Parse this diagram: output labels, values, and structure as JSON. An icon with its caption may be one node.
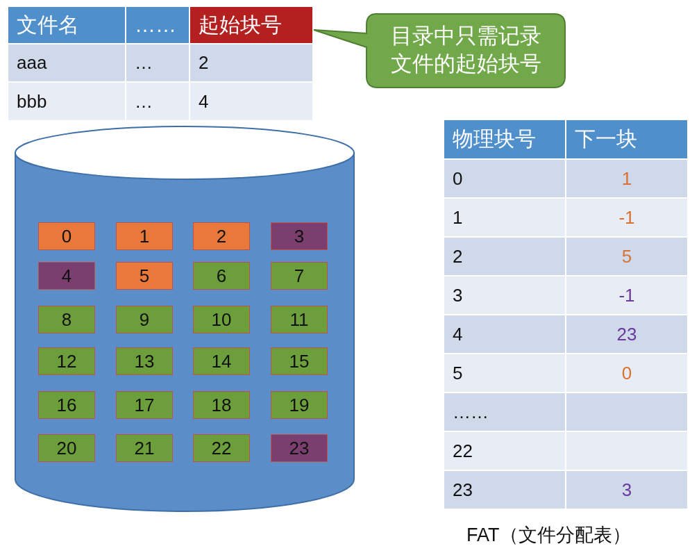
{
  "diagram": {
    "caption": "FAT（文件分配表）",
    "nodes": [
      {
        "text": [],
        "shape": "cylinder"
      },
      {
        "text": [
          "0"
        ],
        "in": 0
      },
      {
        "text": [
          "1"
        ],
        "in": 0
      },
      {
        "text": [
          "2"
        ],
        "in": 0
      },
      {
        "text": [
          "3"
        ],
        "in": 0
      },
      {
        "text": [
          "4"
        ],
        "in": 0
      },
      {
        "text": [
          "5"
        ],
        "in": 0
      },
      {
        "text": [
          "6"
        ],
        "in": 0
      },
      {
        "text": [
          "7"
        ],
        "in": 0
      },
      {
        "text": [
          "8"
        ],
        "in": 0
      },
      {
        "text": [
          "9"
        ],
        "in": 0
      },
      {
        "text": [
          "10"
        ],
        "in": 0
      },
      {
        "text": [
          "11"
        ],
        "in": 0
      },
      {
        "text": [
          "12"
        ],
        "in": 0
      },
      {
        "text": [
          "13"
        ],
        "in": 0
      },
      {
        "text": [
          "14"
        ],
        "in": 0
      },
      {
        "text": [
          "15"
        ],
        "in": 0
      },
      {
        "text": [
          "16"
        ],
        "in": 0
      },
      {
        "text": [
          "17"
        ],
        "in": 0
      },
      {
        "text": [
          "18"
        ],
        "in": 0
      },
      {
        "text": [
          "19"
        ],
        "in": 0
      },
      {
        "text": [
          "20"
        ],
        "in": 0
      },
      {
        "text": [
          "21"
        ],
        "in": 0
      },
      {
        "text": [
          "22"
        ],
        "in": 0
      },
      {
        "text": [
          "23"
        ],
        "in": 0
      },
      {
        "text": [
          "目录中只需记录文件的起始块号"
        ]
      }
    ],
    "labels": [
      "文件名",
      "……",
      "起始块号",
      "aaa",
      "…",
      "2",
      "bbb",
      "…",
      "4",
      "物理块号",
      "下一块",
      "0",
      "1",
      "1",
      "-1",
      "2",
      "5",
      "3",
      "-1",
      "4",
      "23",
      "5",
      "0",
      "……",
      "22",
      "23",
      "3"
    ]
  }
}
